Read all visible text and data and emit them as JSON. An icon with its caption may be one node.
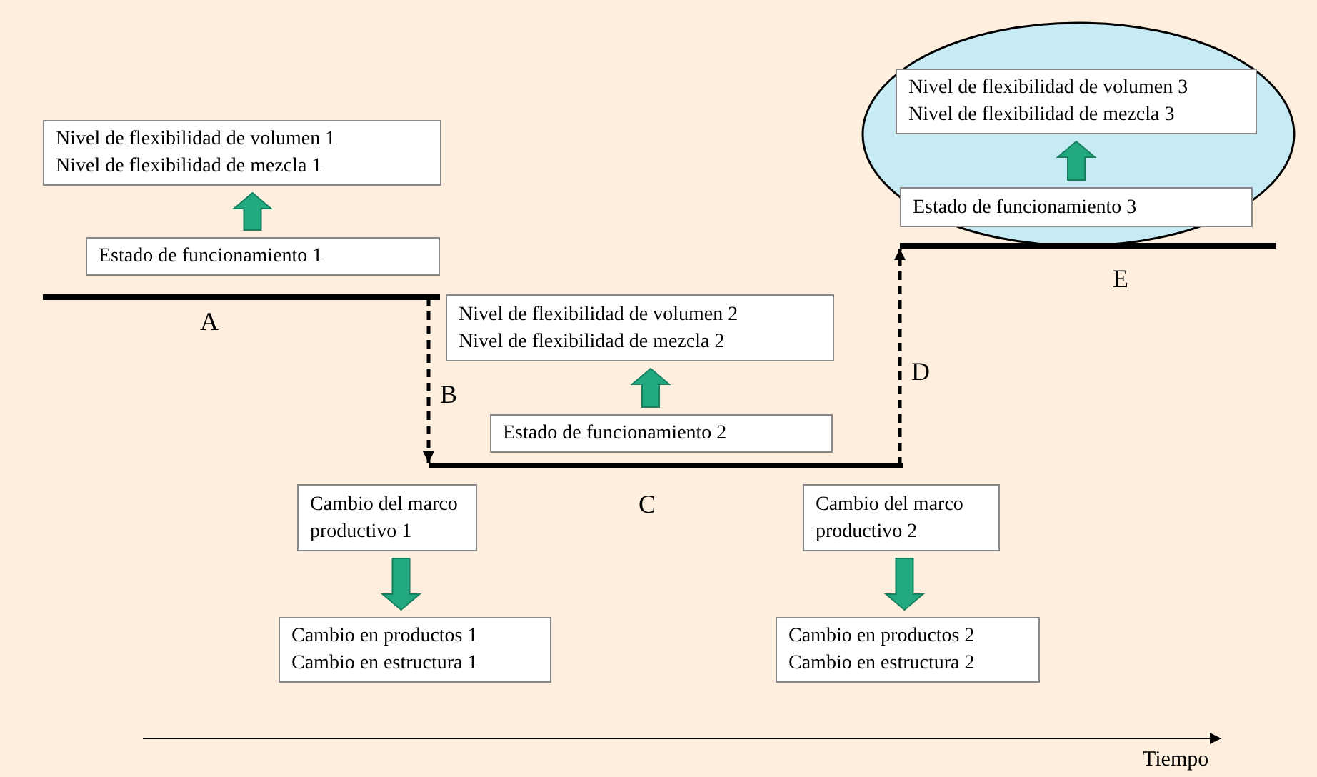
{
  "diagram": {
    "nodes": [
      {
        "text": [],
        "shape": "ellipse"
      },
      {
        "text": [
          "Nivel de flexibilidad de volumen 3",
          "Nivel de flexibilidad de mezcla 3"
        ],
        "in": 0
      },
      {
        "text": [
          "Estado de funcionamiento 3"
        ],
        "in": 0
      },
      {
        "text": [
          "Nivel de flexibilidad de volumen 1",
          "Nivel de flexibilidad de mezcla 1"
        ]
      },
      {
        "text": [
          "Estado de funcionamiento 1"
        ]
      },
      {
        "text": [],
        "shape": "bar",
        "beside": [
          "A"
        ]
      },
      {
        "text": [
          "Nivel de flexibilidad de volumen 2",
          "Nivel de flexibilidad de mezcla 2"
        ]
      },
      {
        "text": [
          "Estado de funcionamiento 2"
        ]
      },
      {
        "text": [],
        "shape": "bar",
        "beside": [
          "C"
        ]
      },
      {
        "text": [],
        "shape": "bar",
        "beside": [
          "E"
        ]
      },
      {
        "text": [
          "Cambio del marco productivo 1"
        ]
      },
      {
        "text": [
          "Cambio en productos 1",
          "Cambio en estructura 1"
        ]
      },
      {
        "text": [
          "Cambio del marco productivo 2"
        ]
      },
      {
        "text": [
          "Cambio en productos 2",
          "Cambio en estructura 2"
        ]
      }
    ],
    "edges": [
      {
        "from": 2,
        "to": 1,
        "arrow": "to",
        "style": "thick"
      },
      {
        "from": 4,
        "to": 3,
        "arrow": "to",
        "style": "thick"
      },
      {
        "from": 5,
        "to": 8,
        "arrow": "to",
        "style": "dashed",
        "color": "#000000",
        "label": "B"
      },
      {
        "from": 7,
        "to": 6,
        "arrow": "to",
        "style": "thick"
      },
      {
        "from": 8,
        "to": 9,
        "arrow": "to",
        "style": "dashed",
        "color": "#000000",
        "label": "D"
      },
      {
        "from": 10,
        "to": 11,
        "arrow": "to",
        "style": "thick"
      },
      {
        "from": 12,
        "to": 13,
        "arrow": "to",
        "style": "thick"
      }
    ],
    "labels": [
      "Tiempo"
    ]
  }
}
